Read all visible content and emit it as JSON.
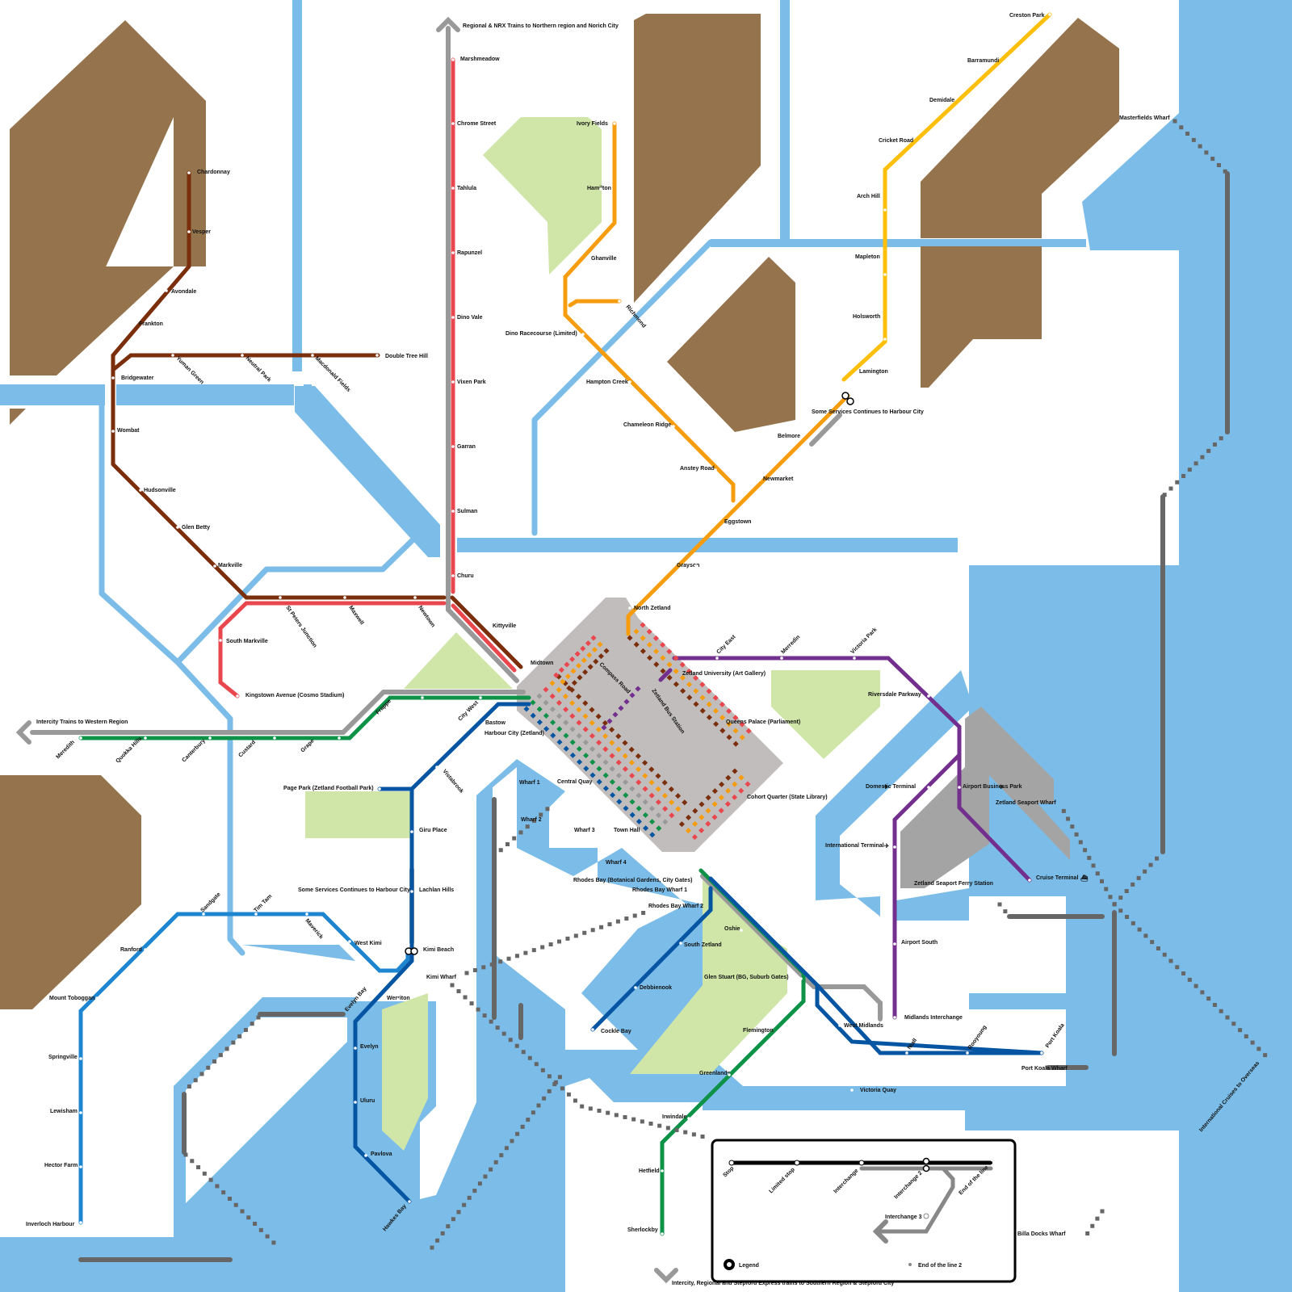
{
  "map": {
    "title": "Zetland Transit Network Map",
    "colors": {
      "water": "#7bbde8",
      "land_block": "#95744d",
      "park": "#d0e5a8",
      "cbd": "#c1bdbd",
      "airport": "#a4a4a4",
      "intercity": "#999999",
      "ferry": "#666666"
    }
  },
  "lines": [
    {
      "id": "brown",
      "color": "#7a2e0b",
      "stations": [
        "Chardonnay",
        "Vesper",
        "Avondale",
        "Frankton",
        "Bridgewater",
        "Yuman Green",
        "Neutral Park",
        "Macdonald Fields",
        "Double Tree Hill",
        "Wombat",
        "Hudsonville",
        "Glen Betty",
        "Markville",
        "St Peters Junction",
        "Maxwell",
        "Newtown",
        "Kittyville",
        "Midtown"
      ]
    },
    {
      "id": "red",
      "color": "#e9474e",
      "stations": [
        "Marshmeadow",
        "Chrome Street",
        "Tahlula",
        "Rapunzel",
        "Dino Vale",
        "Vixen Park",
        "Garran",
        "Sulman",
        "Churu",
        "Kingstown Avenue (Cosmo Stadium)",
        "South Markville",
        "St Peters Junction",
        "Maxwell",
        "Newtown",
        "Kittyville",
        "Midtown"
      ]
    },
    {
      "id": "orange",
      "color": "#f59d0f",
      "stations": [
        "Ivory Fields",
        "Hamilton",
        "Ghanville",
        "Richmond",
        "Dino Racecourse (Limited)",
        "Hampton Creek",
        "Chameleon Ridge",
        "Anstey Road",
        "Belmore",
        "Newmarket",
        "Eggstown",
        "Grayson",
        "North Zetland"
      ]
    },
    {
      "id": "yellow",
      "color": "#fbbf0c",
      "stations": [
        "Creston Park",
        "Barramundi",
        "Demidale",
        "Cricket Road",
        "Arch Hill",
        "Mapleton",
        "Holsworth",
        "Lamington"
      ]
    },
    {
      "id": "purple",
      "color": "#722f8e",
      "stations": [
        "City East",
        "Merredin",
        "Victoria Park",
        "Riversdale Parkway",
        "Domestic Terminal",
        "Airport Business Park",
        "International Terminal",
        "Airport South",
        "Midlands Interchange",
        "Cruise Terminal",
        "Zetland University (Art Gallery)"
      ]
    },
    {
      "id": "green",
      "color": "#0d9248",
      "stations": [
        "Meredith",
        "Quokka Hills",
        "Canterbury",
        "Custard",
        "Grape",
        "Frappe",
        "City West",
        "Oshie",
        "Glen Stuart (BG, Suburb Gates)",
        "Flemington",
        "Greenlands",
        "Irwindale",
        "Hetfield",
        "Sherlockby"
      ]
    },
    {
      "id": "darkblue",
      "color": "#0555a2",
      "stations": [
        "Bastow",
        "Harbour City (Zetland)",
        "Vistabrook",
        "Page Park (Zetland Football Park)",
        "Giru Place",
        "Lachlan Hills",
        "Kimi Beach",
        "Werriton",
        "Evelyn",
        "Uluru",
        "Pavlova",
        "Hawkes Bay",
        "South Zetland",
        "Debbienook",
        "Cockle Bay",
        "West Midlands",
        "Niall",
        "Rooyoung",
        "Port Koala",
        "Victoria Quay"
      ]
    },
    {
      "id": "lightblue",
      "color": "#1e86d1",
      "stations": [
        "Inverloch Harbour",
        "Hector Farm",
        "Lewisham",
        "Springville",
        "Mount Toboggan",
        "Ranford",
        "Sandgate",
        "Tim Tam",
        "Maverick",
        "West Kimi",
        "Kimi Beach"
      ]
    }
  ],
  "labels": {
    "brown": {
      "chardonnay": "Chardonnay",
      "vesper": "Vesper",
      "avondale": "Avondale",
      "frankton": "Frankton",
      "bridgewater": "Bridgewater",
      "yuman_green": "Yuman Green",
      "neutral_park": "Neutral Park",
      "macdonald_fields": "Macdonald Fields",
      "double_tree_hill": "Double Tree Hill",
      "wombat": "Wombat",
      "hudsonville": "Hudsonville",
      "glen_betty": "Glen Betty",
      "markville": "Markville",
      "kittyville": "Kittyville",
      "midtown": "Midtown"
    },
    "red": {
      "marshmeadow": "Marshmeadow",
      "chrome_street": "Chrome Street",
      "tahlula": "Tahlula",
      "rapunzel": "Rapunzel",
      "dino_vale": "Dino Vale",
      "vixen_park": "Vixen Park",
      "garran": "Garran",
      "sulman": "Sulman",
      "churu": "Churu",
      "st_peters_junction": "St Peters Junction",
      "maxwell": "Maxwell",
      "newtown": "Newtown",
      "south_markville": "South Markville",
      "kingstown_avenue": "Kingstown Avenue (Cosmo Stadium)"
    },
    "orange": {
      "ivory_fields": "Ivory Fields",
      "hamilton": "Hamilton",
      "ghanville": "Ghanville",
      "richmond": "Richmond",
      "dino_racecourse": "Dino Racecourse (Limited)",
      "hampton_creek": "Hampton Creek",
      "chameleon_ridge": "Chameleon Ridge",
      "anstey_road": "Anstey Road",
      "belmore": "Belmore",
      "newmarket": "Newmarket",
      "eggstown": "Eggstown",
      "grayson": "Grayson",
      "north_zetland": "North Zetland"
    },
    "yellow": {
      "creston_park": "Creston Park",
      "barramundi": "Barramundi",
      "demidale": "Demidale",
      "cricket_road": "Cricket Road",
      "arch_hill": "Arch Hill",
      "mapleton": "Mapleton",
      "holsworth": "Holsworth",
      "lamington": "Lamington",
      "some_services": "Some Services Continues to Harbour City"
    },
    "cbd": {
      "compass_road": "Compass Road",
      "zetland_bus_station": "Zetland Bus Station",
      "zetland_university": "Zetland University (Art Gallery)",
      "queens_palace": "Queens Palace (Parliament)",
      "cohort_quarter": "Cohort Quarter (State Library)",
      "central_quay": "Central Quay",
      "town_hall": "Town Hall",
      "harbour_city": "Harbour City (Zetland)",
      "bastow": "Bastow"
    },
    "purple": {
      "city_east": "City East",
      "merredin": "Merredin",
      "victoria_park": "Victoria Park",
      "riversdale_parkway": "Riversdale Parkway",
      "domestic_terminal": "Domestic Terminal",
      "airport_business_park": "Airport Business Park",
      "international_terminal": "International Terminal",
      "airport_south": "Airport South",
      "midlands_interchange": "Midlands Interchange",
      "cruise_terminal": "Cruise Terminal"
    },
    "green": {
      "meredith": "Meredith",
      "quokka_hills": "Quokka Hills",
      "canterbury": "Canterbury",
      "custard": "Custard",
      "grape": "Grape",
      "frappe": "Frappe",
      "city_west": "City West",
      "oshie": "Oshie",
      "glen_stuart": "Glen Stuart (BG, Suburb Gates)",
      "flemington": "Flemington",
      "greenlands": "Greenlands",
      "irwindale": "Irwindale",
      "hetfield": "Hetfield",
      "sherlockby": "Sherlockby"
    },
    "darkblue": {
      "vistabrook": "Vistabrook",
      "page_park": "Page Park (Zetland Football Park)",
      "giru_place": "Giru Place",
      "lachlan_hills": "Lachlan Hills",
      "some_services": "Some Services Continues to Harbour City",
      "kimi_beach": "Kimi Beach",
      "werriton": "Werriton",
      "evelyn": "Evelyn",
      "uluru": "Uluru",
      "pavlova": "Pavlova",
      "hawkes_bay": "Hawkes Bay",
      "south_zetland": "South Zetland",
      "debbienook": "Debbienook",
      "cockle_bay": "Cockle Bay",
      "west_midlands": "West Midlands",
      "niall": "Niall",
      "rooyoung": "Rooyoung",
      "port_koala": "Port Koala",
      "victoria_quay": "Victoria Quay",
      "rhodes_bay": "Rhodes Bay (Botanical Gardens, City Gates)"
    },
    "lightblue": {
      "inverloch_harbour": "Inverloch Harbour",
      "hector_farm": "Hector Farm",
      "lewisham": "Lewisham",
      "springville": "Springville",
      "mount_toboggan": "Mount Toboggan",
      "ranford": "Ranford",
      "sandgate": "Sandgate",
      "tim_tam": "Tim Tam",
      "maverick": "Maverick",
      "west_kimi": "West Kimi"
    },
    "ferry": {
      "wharf1": "Wharf 1",
      "wharf2": "Wharf 2",
      "wharf3": "Wharf 3",
      "wharf4": "Wharf 4",
      "rhodes_bay_wharf1": "Rhodes Bay Wharf 1",
      "rhodes_bay_wharf2": "Rhodes Bay Wharf 2",
      "kimi_wharf": "Kimi Wharf",
      "evelyn_bay": "Evelyn Bay",
      "masterfields_wharf": "Masterfields Wharf",
      "zetland_seaport_wharf": "Zetland Seaport Wharf",
      "zetland_seaport_ferry_station": "Zetland Seaport Ferry Station",
      "port_koala_wharf": "Port Koala Wharf",
      "billa_docks_wharf": "Billa Docks Wharf",
      "international_cruises": "International Cruises to Overseas"
    },
    "intercity": {
      "north": "Regional & NRX Trains to Northern region and Norich City",
      "west": "Intercity Trains to Western Region",
      "south": "Intercity, Regional and Stepford Express trains to Southern Region & Stepford City"
    }
  },
  "legend": {
    "title": "Legend",
    "items": {
      "stop": "Stop",
      "limited_stop": "Limited stop",
      "interchange": "Interchange",
      "interchange2": "Interchange 2",
      "end_of_line": "End of the line",
      "interchange3": "Interchange 3",
      "end_of_line2": "End of the line 2"
    }
  }
}
